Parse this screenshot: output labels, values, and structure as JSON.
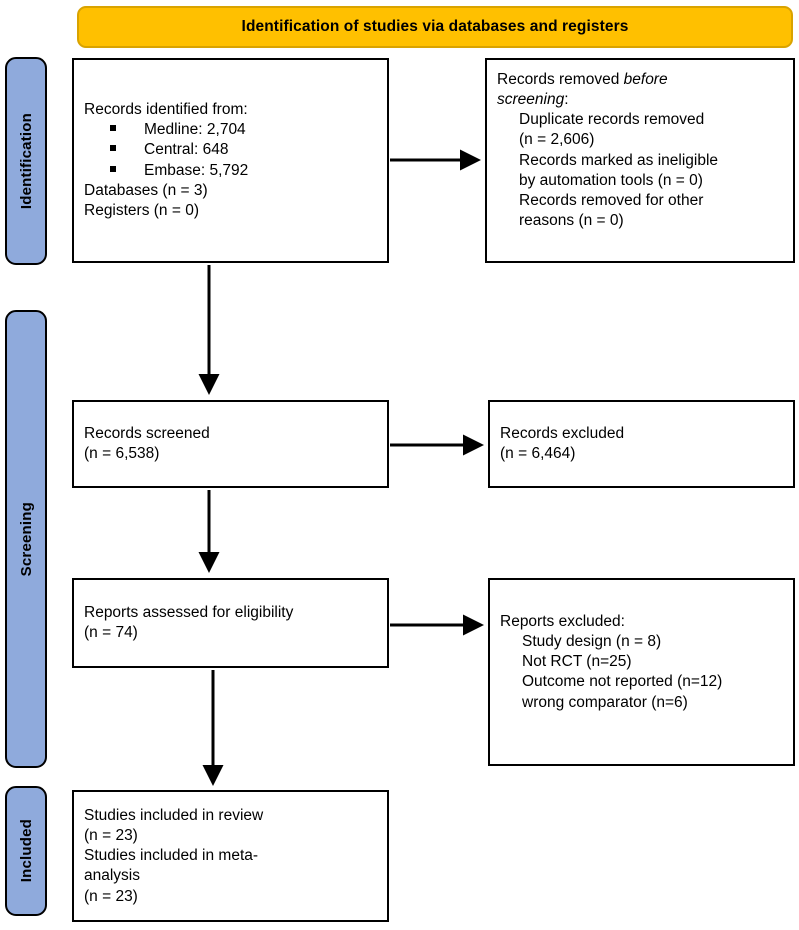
{
  "diagram": {
    "type": "prisma-flow-diagram",
    "banner": {
      "title": "Identification of studies via databases and registers",
      "fill": "#FFC000",
      "border": "#D9A300"
    },
    "stage_color": "#8FAADC",
    "stages": [
      {
        "key": "identification",
        "label": "Identification"
      },
      {
        "key": "screening",
        "label": "Screening"
      },
      {
        "key": "included",
        "label": "Included"
      }
    ],
    "boxes": {
      "identified": {
        "heading": "Records identified from:",
        "bullets": [
          "Medline: 2,704",
          "Central: 648",
          "Embase: 5,792"
        ],
        "footer": [
          "Databases (n = 3)",
          "Registers (n = 0)"
        ]
      },
      "removed_before_screening": {
        "heading_prefix": "Records removed ",
        "heading_italic_1": "before",
        "heading_italic_2": "screening",
        "heading_suffix": ":",
        "items": [
          "Duplicate records removed",
          "(n = 2,606)",
          "Records marked as ineligible",
          "by automation tools (n = 0)",
          "Records removed for other",
          "reasons (n = 0)"
        ]
      },
      "records_screened": {
        "lines": [
          "Records screened",
          "(n = 6,538)"
        ]
      },
      "records_excluded": {
        "lines": [
          "Records excluded",
          "(n = 6,464)"
        ]
      },
      "reports_assessed": {
        "lines": [
          "Reports assessed for eligibility",
          "(n = 74)"
        ]
      },
      "reports_excluded": {
        "heading": "Reports excluded:",
        "reasons": [
          "Study design (n = 8)",
          "Not RCT (n=25)",
          "Outcome not reported (n=12)",
          "wrong comparator (n=6)"
        ]
      },
      "studies_included": {
        "lines": [
          "Studies included in review",
          "(n = 23)",
          "Studies included in meta-",
          "analysis",
          "(n = 23)"
        ]
      }
    }
  }
}
